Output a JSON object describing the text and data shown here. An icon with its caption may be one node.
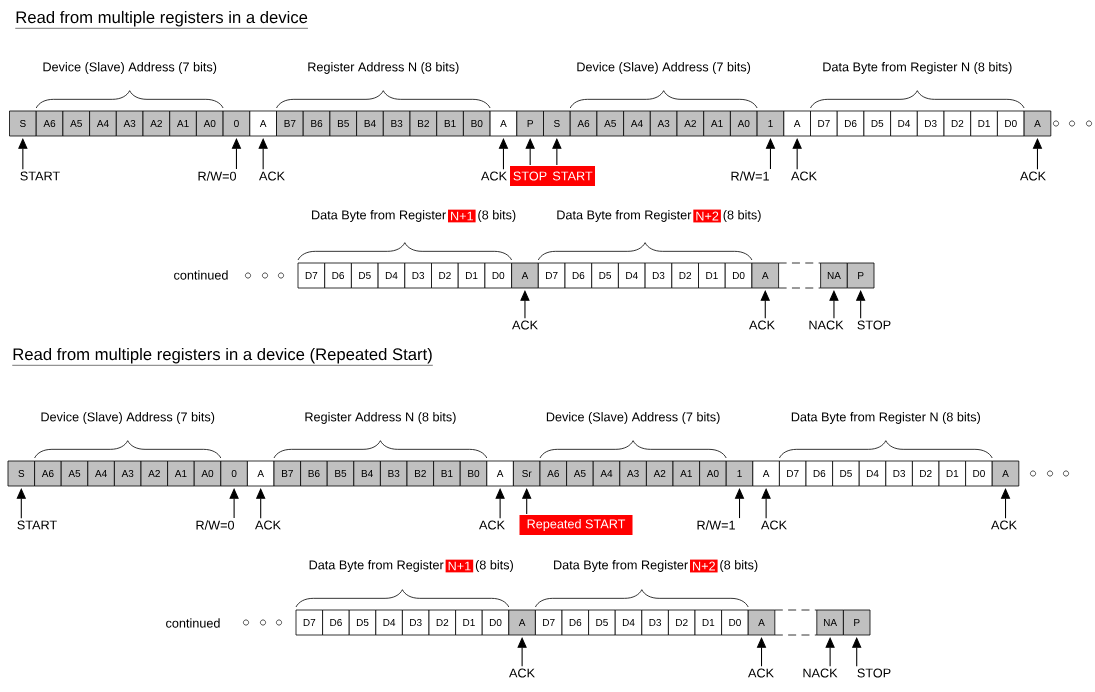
{
  "diagram": {
    "nodes": [
      {
        "text": [
          "S"
        ]
      },
      {
        "text": [
          "A6"
        ]
      },
      {
        "text": [
          "A5"
        ]
      },
      {
        "text": [
          "A4"
        ]
      },
      {
        "text": [
          "A3"
        ]
      },
      {
        "text": [
          "A2"
        ]
      },
      {
        "text": [
          "A1"
        ]
      },
      {
        "text": [
          "A0"
        ]
      },
      {
        "text": [
          "0"
        ]
      },
      {
        "text": [
          "A"
        ]
      },
      {
        "text": [
          "B7"
        ]
      },
      {
        "text": [
          "B6"
        ]
      },
      {
        "text": [
          "B5"
        ]
      },
      {
        "text": [
          "B4"
        ]
      },
      {
        "text": [
          "B3"
        ]
      },
      {
        "text": [
          "B2"
        ]
      },
      {
        "text": [
          "B1"
        ]
      },
      {
        "text": [
          "B0"
        ]
      },
      {
        "text": [
          "A"
        ]
      },
      {
        "text": [
          "P"
        ]
      },
      {
        "text": [
          "S"
        ]
      },
      {
        "text": [
          "A6"
        ]
      },
      {
        "text": [
          "A5"
        ]
      },
      {
        "text": [
          "A4"
        ]
      },
      {
        "text": [
          "A3"
        ]
      },
      {
        "text": [
          "A2"
        ]
      },
      {
        "text": [
          "A1"
        ]
      },
      {
        "text": [
          "A0"
        ]
      },
      {
        "text": [
          "1"
        ]
      },
      {
        "text": [
          "A"
        ]
      },
      {
        "text": [
          "D7"
        ]
      },
      {
        "text": [
          "D6"
        ]
      },
      {
        "text": [
          "D5"
        ]
      },
      {
        "text": [
          "D4"
        ]
      },
      {
        "text": [
          "D3"
        ]
      },
      {
        "text": [
          "D2"
        ]
      },
      {
        "text": [
          "D1"
        ]
      },
      {
        "text": [
          "D0"
        ]
      },
      {
        "text": [
          "A"
        ]
      },
      {
        "text": [
          "START"
        ]
      },
      {
        "text": [
          "R/W=0"
        ]
      },
      {
        "text": [
          "ACK"
        ]
      },
      {
        "text": [
          "ACK"
        ]
      },
      {
        "text": [
          "STOP"
        ]
      },
      {
        "text": [
          "START"
        ]
      },
      {
        "text": [
          "R/W=1"
        ]
      },
      {
        "text": [
          "ACK"
        ]
      },
      {
        "text": [
          "ACK"
        ]
      },
      {
        "text": [
          "D7"
        ]
      },
      {
        "text": [
          "D6"
        ]
      },
      {
        "text": [
          "D5"
        ]
      },
      {
        "text": [
          "D4"
        ]
      },
      {
        "text": [
          "D3"
        ]
      },
      {
        "text": [
          "D2"
        ]
      },
      {
        "text": [
          "D1"
        ]
      },
      {
        "text": [
          "D0"
        ]
      },
      {
        "text": [
          "A"
        ]
      },
      {
        "text": [
          "D7"
        ]
      },
      {
        "text": [
          "D6"
        ]
      },
      {
        "text": [
          "D5"
        ]
      },
      {
        "text": [
          "D4"
        ]
      },
      {
        "text": [
          "D3"
        ]
      },
      {
        "text": [
          "D2"
        ]
      },
      {
        "text": [
          "D1"
        ]
      },
      {
        "text": [
          "D0"
        ]
      },
      {
        "text": [
          "A"
        ]
      },
      {
        "text": [
          "NA"
        ]
      },
      {
        "text": [
          "P"
        ]
      },
      {
        "text": [
          "ACK"
        ]
      },
      {
        "text": [
          "ACK"
        ]
      },
      {
        "text": [
          "NACK"
        ]
      },
      {
        "text": [
          "STOP"
        ]
      },
      {
        "text": [
          "S"
        ]
      },
      {
        "text": [
          "A6"
        ]
      },
      {
        "text": [
          "A5"
        ]
      },
      {
        "text": [
          "A4"
        ]
      },
      {
        "text": [
          "A3"
        ]
      },
      {
        "text": [
          "A2"
        ]
      },
      {
        "text": [
          "A1"
        ]
      },
      {
        "text": [
          "A0"
        ]
      },
      {
        "text": [
          "0"
        ]
      },
      {
        "text": [
          "A"
        ]
      },
      {
        "text": [
          "B7"
        ]
      },
      {
        "text": [
          "B6"
        ]
      },
      {
        "text": [
          "B5"
        ]
      },
      {
        "text": [
          "B4"
        ]
      },
      {
        "text": [
          "B3"
        ]
      },
      {
        "text": [
          "B2"
        ]
      },
      {
        "text": [
          "B1"
        ]
      },
      {
        "text": [
          "B0"
        ]
      },
      {
        "text": [
          "A"
        ]
      },
      {
        "text": [
          "Sr"
        ]
      },
      {
        "text": [
          "A6"
        ]
      },
      {
        "text": [
          "A5"
        ]
      },
      {
        "text": [
          "A4"
        ]
      },
      {
        "text": [
          "A3"
        ]
      },
      {
        "text": [
          "A2"
        ]
      },
      {
        "text": [
          "A1"
        ]
      },
      {
        "text": [
          "A0"
        ]
      },
      {
        "text": [
          "1"
        ]
      },
      {
        "text": [
          "A"
        ]
      },
      {
        "text": [
          "D7"
        ]
      },
      {
        "text": [
          "D6"
        ]
      },
      {
        "text": [
          "D5"
        ]
      },
      {
        "text": [
          "D4"
        ]
      },
      {
        "text": [
          "D3"
        ]
      },
      {
        "text": [
          "D2"
        ]
      },
      {
        "text": [
          "D1"
        ]
      },
      {
        "text": [
          "D0"
        ]
      },
      {
        "text": [
          "A"
        ]
      },
      {
        "text": [
          "START"
        ]
      },
      {
        "text": [
          "R/W=0"
        ]
      },
      {
        "text": [
          "ACK"
        ]
      },
      {
        "text": [
          "ACK"
        ]
      },
      {
        "text": [
          "Repeated START"
        ]
      },
      {
        "text": [
          "R/W=1"
        ]
      },
      {
        "text": [
          "ACK"
        ]
      },
      {
        "text": [
          "ACK"
        ]
      },
      {
        "text": [
          "D7"
        ]
      },
      {
        "text": [
          "D6"
        ]
      },
      {
        "text": [
          "D5"
        ]
      },
      {
        "text": [
          "D4"
        ]
      },
      {
        "text": [
          "D3"
        ]
      },
      {
        "text": [
          "D2"
        ]
      },
      {
        "text": [
          "D1"
        ]
      },
      {
        "text": [
          "D0"
        ]
      },
      {
        "text": [
          "A"
        ]
      },
      {
        "text": [
          "D7"
        ]
      },
      {
        "text": [
          "D6"
        ]
      },
      {
        "text": [
          "D5"
        ]
      },
      {
        "text": [
          "D4"
        ]
      },
      {
        "text": [
          "D3"
        ]
      },
      {
        "text": [
          "D2"
        ]
      },
      {
        "text": [
          "D1"
        ]
      },
      {
        "text": [
          "D0"
        ]
      },
      {
        "text": [
          "A"
        ]
      },
      {
        "text": [
          "NA"
        ]
      },
      {
        "text": [
          "P"
        ]
      },
      {
        "text": [
          "ACK"
        ]
      },
      {
        "text": [
          "ACK"
        ]
      },
      {
        "text": [
          "NACK"
        ]
      },
      {
        "text": [
          "STOP"
        ]
      }
    ],
    "edges": [
      {
        "from": 39,
        "to": 0,
        "arrow": "to"
      },
      {
        "from": 40,
        "to": 8,
        "arrow": "to"
      },
      {
        "from": 41,
        "to": 9,
        "arrow": "to"
      },
      {
        "from": 42,
        "to": 18,
        "arrow": "to"
      },
      {
        "from": 43,
        "to": 19,
        "arrow": "to"
      },
      {
        "from": 44,
        "to": 20,
        "arrow": "to"
      },
      {
        "from": 45,
        "to": 28,
        "arrow": "to"
      },
      {
        "from": 46,
        "to": 29,
        "arrow": "to"
      },
      {
        "from": 47,
        "to": 38,
        "arrow": "to"
      },
      {
        "from": 68,
        "to": 56,
        "arrow": "to"
      },
      {
        "from": 69,
        "to": 65,
        "arrow": "to"
      },
      {
        "from": 70,
        "to": 66,
        "arrow": "to"
      },
      {
        "from": 71,
        "to": 67,
        "arrow": "to"
      },
      {
        "from": 110,
        "to": 72,
        "arrow": "to"
      },
      {
        "from": 111,
        "to": 80,
        "arrow": "to"
      },
      {
        "from": 112,
        "to": 81,
        "arrow": "to"
      },
      {
        "from": 113,
        "to": 90,
        "arrow": "to"
      },
      {
        "from": 114,
        "to": 91,
        "arrow": "to"
      },
      {
        "from": 115,
        "to": 99,
        "arrow": "to"
      },
      {
        "from": 116,
        "to": 100,
        "arrow": "to"
      },
      {
        "from": 117,
        "to": 109,
        "arrow": "to"
      },
      {
        "from": 138,
        "to": 126,
        "arrow": "to"
      },
      {
        "from": 139,
        "to": 135,
        "arrow": "to"
      },
      {
        "from": 140,
        "to": 136,
        "arrow": "to"
      },
      {
        "from": 141,
        "to": 137,
        "arrow": "to"
      }
    ],
    "labels": [
      "Read from multiple registers in a device",
      "Device (Slave) Address (7 bits)",
      "Register Address N (8 bits)",
      "Device (Slave) Address (7 bits)",
      "Data Byte from Register N (8 bits)",
      "Data Byte from Register",
      "N+1",
      "(8 bits)",
      "Data Byte from Register",
      "N+2",
      "(8 bits)",
      "continued",
      "Read from multiple registers in a device (Repeated Start)",
      "Device (Slave) Address (7 bits)",
      "Register Address N (8 bits)",
      "Device (Slave) Address (7 bits)",
      "Data Byte from Register N (8 bits)",
      "Data Byte from Register",
      "N+1",
      "(8 bits)",
      "Data Byte from Register",
      "N+2",
      "(8 bits)",
      "continued"
    ]
  }
}
